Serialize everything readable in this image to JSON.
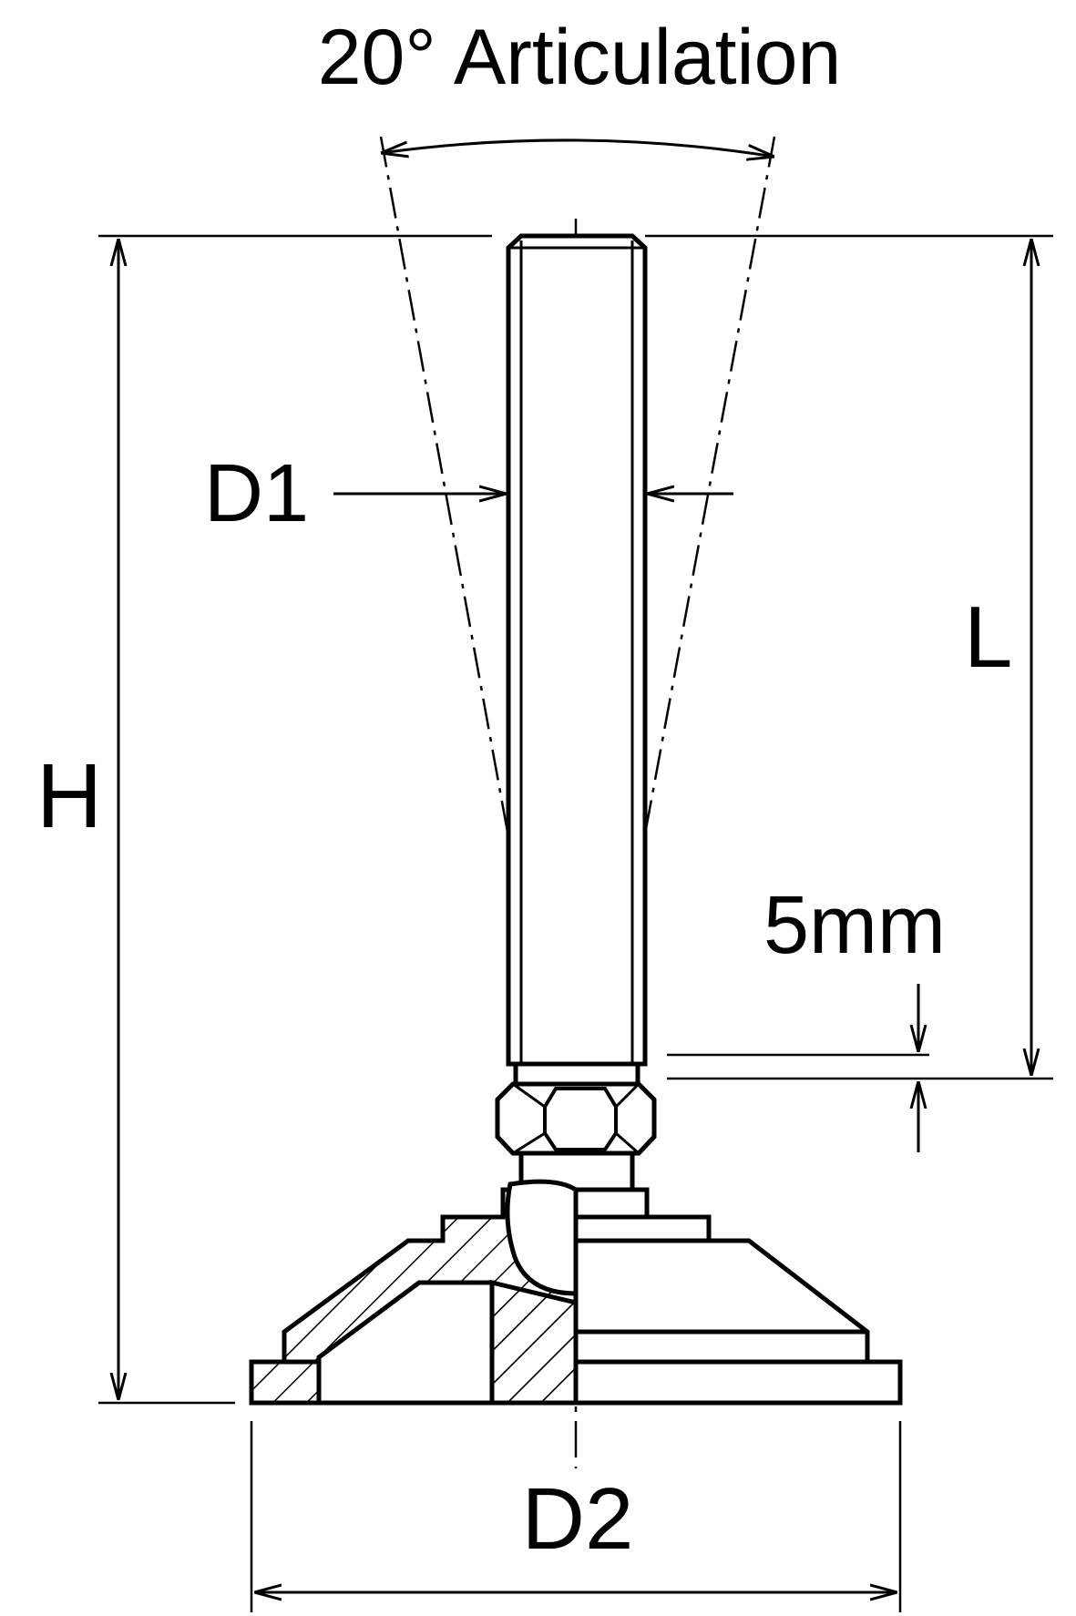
{
  "labels": {
    "articulation": "20° Articulation",
    "d1": "D1",
    "d2": "D2",
    "h": "H",
    "l": "L",
    "gap": "5mm"
  },
  "colors": {
    "ink": "#000000",
    "paper": "#ffffff"
  }
}
